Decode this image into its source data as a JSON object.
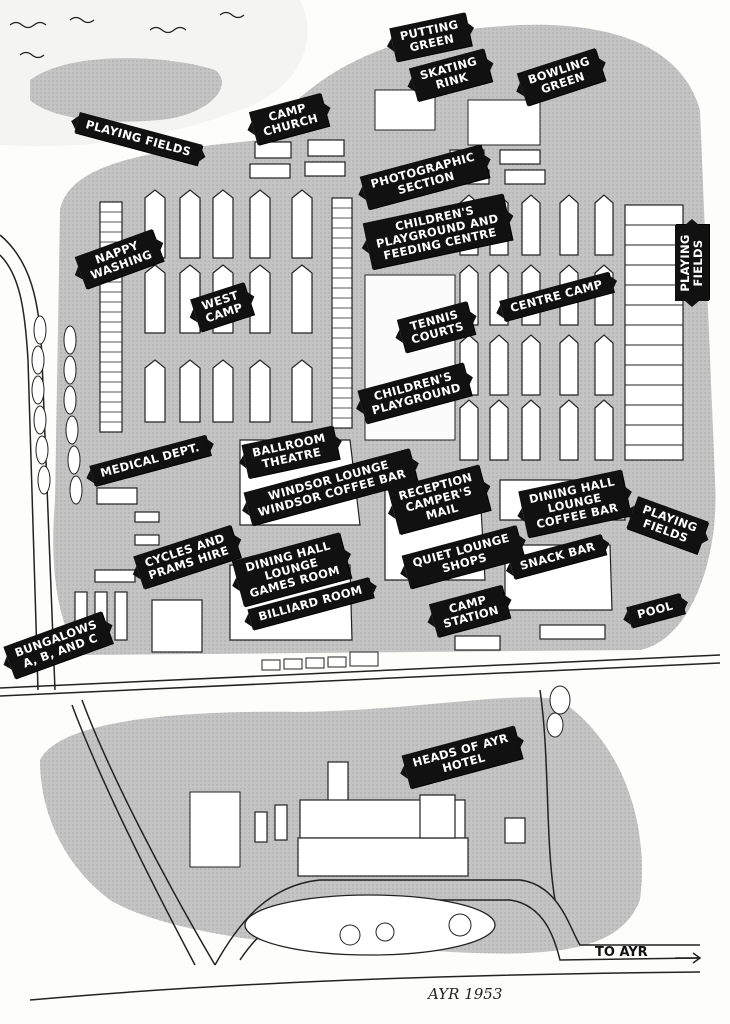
{
  "map": {
    "year_note": "AYR 1953",
    "direction_label": "To AYR",
    "labels": {
      "putting_green": "PUTTING\nGREEN",
      "skating_rink": "SKATING\nRINK",
      "bowling_green": "BOWLING\nGREEN",
      "playing_fields_top": "PLAYING FIELDS",
      "camp_church": "CAMP\nCHURCH",
      "photographic_section": "PHOTOGRAPHIC\nSECTION",
      "childrens_playground_feeding": "CHILDREN'S\nPLAYGROUND AND\nFEEDING CENTRE",
      "playing_fields_right": "PLAYING FIELDS",
      "nappy_washing": "NAPPY\nWASHING",
      "west_camp": "WEST\nCAMP",
      "centre_camp": "CENTRE CAMP",
      "tennis_courts": "TENNIS\nCOURTS",
      "childrens_playground": "CHILDREN'S\nPLAYGROUND",
      "medical_dept": "MEDICAL DEPT.",
      "ballroom_theatre": "BALLROOM\nTHEATRE",
      "windsor_lounge": "WINDSOR LOUNGE\nWINDSOR COFFEE BAR",
      "reception": "RECEPTION\nCAMPER'S\nMAIL",
      "dining_hall_right": "DINING HALL\nLOUNGE\nCOFFEE BAR",
      "playing_fields_small": "PLAYING\nFIELDS",
      "cycles_prams": "CYCLES AND\nPRAMS HIRE",
      "dining_hall_left": "DINING HALL\nLOUNGE\nGAMES ROOM",
      "quiet_lounge": "QUIET LOUNGE\nSHOPS",
      "snack_bar": "SNACK BAR",
      "billiard_room": "BILLIARD ROOM",
      "camp_station": "CAMP\nSTATION",
      "pool": "POOL",
      "bungalows": "BUNGALOWS\nA, B, AND C",
      "heads_of_ayr_hotel": "HEADS OF AYR\nHOTEL"
    }
  }
}
